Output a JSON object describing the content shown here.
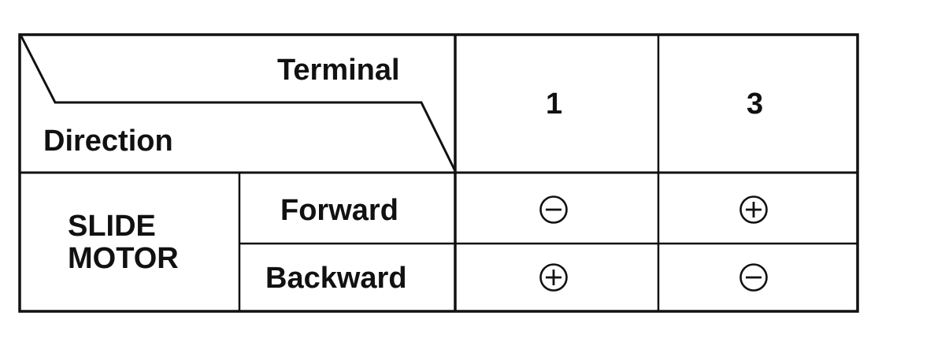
{
  "table": {
    "header": {
      "corner_top_label": "Terminal",
      "corner_bottom_label": "Direction",
      "columns": [
        "1",
        "3"
      ]
    },
    "group_label_line1": "SLIDE",
    "group_label_line2": "MOTOR",
    "rows": [
      {
        "label": "Forward",
        "terminal_1": "minus",
        "terminal_3": "plus"
      },
      {
        "label": "Backward",
        "terminal_1": "plus",
        "terminal_3": "minus"
      }
    ]
  }
}
